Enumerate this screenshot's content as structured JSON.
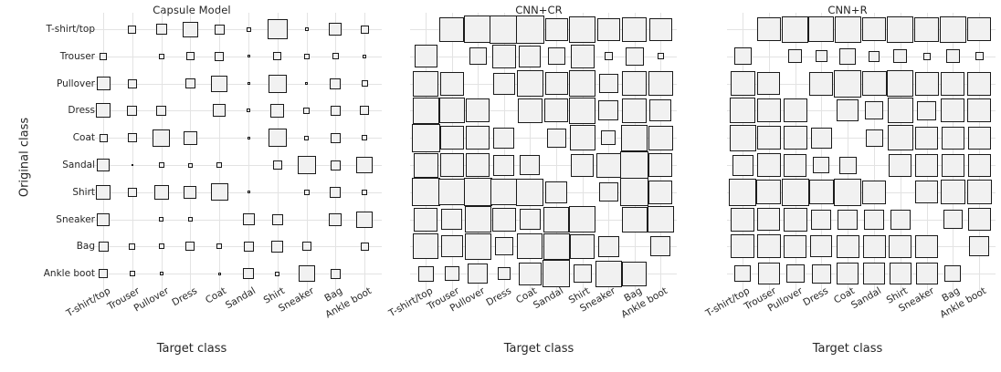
{
  "figure": {
    "axis_title_y": "Original class",
    "axis_title_x": "Target class"
  },
  "classes": [
    "T-shirt/top",
    "Trouser",
    "Pullover",
    "Dress",
    "Coat",
    "Sandal",
    "Shirt",
    "Sneaker",
    "Bag",
    "Ankle boot"
  ],
  "style": {
    "box_fill": "#f1f1f1",
    "box_edge": "#1a1a1a",
    "grid_color": "#e3e3e3",
    "text_color": "#262626"
  },
  "chart_data": [
    {
      "type": "heatmap",
      "variant": "hinton",
      "title": "Capsule Model",
      "xlabel": "Target class",
      "ylabel": "Original class",
      "categories_x": [
        "T-shirt/top",
        "Trouser",
        "Pullover",
        "Dress",
        "Coat",
        "Sandal",
        "Shirt",
        "Sneaker",
        "Bag",
        "Ankle boot"
      ],
      "categories_y": [
        "T-shirt/top",
        "Trouser",
        "Pullover",
        "Dress",
        "Coat",
        "Sandal",
        "Shirt",
        "Sneaker",
        "Bag",
        "Ankle boot"
      ],
      "grid": true,
      "legend": "none",
      "note": "values are relative marker side length in px (0 = no marker)",
      "values": [
        [
          0,
          9,
          12,
          17,
          11,
          5,
          22,
          4,
          14,
          9
        ],
        [
          8,
          0,
          6,
          9,
          10,
          3,
          9,
          6,
          7,
          4
        ],
        [
          15,
          10,
          0,
          11,
          18,
          3,
          20,
          3,
          12,
          7
        ],
        [
          16,
          11,
          11,
          0,
          14,
          4,
          15,
          7,
          11,
          10
        ],
        [
          9,
          10,
          19,
          15,
          0,
          3,
          20,
          5,
          11,
          6
        ],
        [
          14,
          2,
          6,
          5,
          6,
          0,
          10,
          20,
          11,
          18
        ],
        [
          16,
          10,
          16,
          14,
          19,
          3,
          0,
          6,
          12,
          6
        ],
        [
          14,
          0,
          5,
          5,
          0,
          13,
          12,
          0,
          14,
          18
        ],
        [
          11,
          7,
          6,
          10,
          6,
          11,
          13,
          10,
          0,
          9
        ],
        [
          10,
          6,
          4,
          0,
          3,
          12,
          5,
          18,
          11,
          0
        ]
      ]
    },
    {
      "type": "heatmap",
      "variant": "hinton",
      "title": "CNN+CR",
      "xlabel": "Target class",
      "ylabel": "Original class",
      "categories_x": [
        "T-shirt/top",
        "Trouser",
        "Pullover",
        "Dress",
        "Coat",
        "Sandal",
        "Shirt",
        "Sneaker",
        "Bag",
        "Ankle boot"
      ],
      "categories_y": [
        "T-shirt/top",
        "Trouser",
        "Pullover",
        "Dress",
        "Coat",
        "Sandal",
        "Shirt",
        "Sneaker",
        "Bag",
        "Ankle boot"
      ],
      "grid": true,
      "legend": "none",
      "note": "values are relative marker side length in px (0 = no marker)",
      "values": [
        [
          0,
          27,
          30,
          31,
          31,
          25,
          29,
          25,
          27,
          25
        ],
        [
          25,
          0,
          19,
          26,
          24,
          19,
          26,
          9,
          20,
          7
        ],
        [
          28,
          26,
          0,
          24,
          29,
          25,
          29,
          21,
          27,
          27
        ],
        [
          29,
          28,
          26,
          0,
          27,
          26,
          29,
          22,
          27,
          24
        ],
        [
          31,
          26,
          26,
          23,
          0,
          21,
          28,
          16,
          29,
          27
        ],
        [
          27,
          26,
          26,
          23,
          22,
          0,
          25,
          27,
          31,
          26
        ],
        [
          31,
          29,
          31,
          29,
          30,
          24,
          0,
          21,
          31,
          26
        ],
        [
          26,
          23,
          29,
          26,
          23,
          28,
          29,
          0,
          28,
          29
        ],
        [
          28,
          24,
          29,
          20,
          28,
          29,
          27,
          23,
          0,
          22
        ],
        [
          17,
          16,
          22,
          14,
          25,
          30,
          20,
          29,
          27,
          0
        ]
      ]
    },
    {
      "type": "heatmap",
      "variant": "hinton",
      "title": "CNN+R",
      "xlabel": "Target class",
      "ylabel": "Original class",
      "categories_x": [
        "T-shirt/top",
        "Trouser",
        "Pullover",
        "Dress",
        "Coat",
        "Sandal",
        "Shirt",
        "Sneaker",
        "Bag",
        "Ankle boot"
      ],
      "categories_y": [
        "T-shirt/top",
        "Trouser",
        "Pullover",
        "Dress",
        "Coat",
        "Sandal",
        "Shirt",
        "Sneaker",
        "Bag",
        "Ankle boot"
      ],
      "grid": true,
      "legend": "none",
      "note": "values are relative marker side length in px (0 = no marker)",
      "values": [
        [
          0,
          26,
          29,
          28,
          29,
          26,
          29,
          27,
          29,
          26
        ],
        [
          19,
          0,
          15,
          13,
          18,
          12,
          15,
          8,
          15,
          9
        ],
        [
          27,
          25,
          0,
          26,
          30,
          27,
          29,
          26,
          26,
          26
        ],
        [
          28,
          26,
          26,
          0,
          24,
          20,
          28,
          21,
          26,
          26
        ],
        [
          29,
          26,
          26,
          23,
          0,
          19,
          28,
          25,
          25,
          25
        ],
        [
          23,
          26,
          25,
          18,
          19,
          0,
          25,
          25,
          25,
          25
        ],
        [
          30,
          27,
          30,
          27,
          30,
          26,
          0,
          25,
          27,
          27
        ],
        [
          26,
          25,
          26,
          22,
          22,
          22,
          22,
          0,
          21,
          25
        ],
        [
          26,
          26,
          25,
          24,
          25,
          25,
          25,
          25,
          0,
          22
        ],
        [
          18,
          24,
          20,
          21,
          24,
          24,
          24,
          24,
          18,
          0
        ]
      ]
    }
  ]
}
